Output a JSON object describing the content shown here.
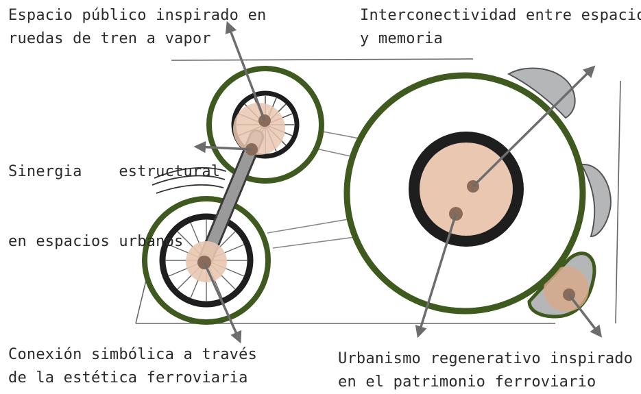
{
  "labels": {
    "top_left": [
      "Espacio público inspirado en",
      "ruedas de tren a vapor"
    ],
    "top_right": [
      "Interconectividad entre espacio",
      "y memoria"
    ],
    "mid_left": [
      "Sinergia    estructural",
      "en espacios urbanos"
    ],
    "bottom_left": [
      "Conexión simbólica a través",
      "de la estética ferroviaria"
    ],
    "bottom_right": [
      "Urbanismo regenerativo inspirado",
      "en el patrimonio ferroviario"
    ]
  },
  "colors": {
    "ring_green": "#3f5a1e",
    "tire_black": "#1e1e1e",
    "hub_pink": "#e9c7b0",
    "dot_brown": "#8a6a58",
    "arrow_gray": "#6d6d6d",
    "rod_gray": "#9a9a9a",
    "semicircle_gray": "#b4b6b8",
    "line_gray": "#777777"
  }
}
